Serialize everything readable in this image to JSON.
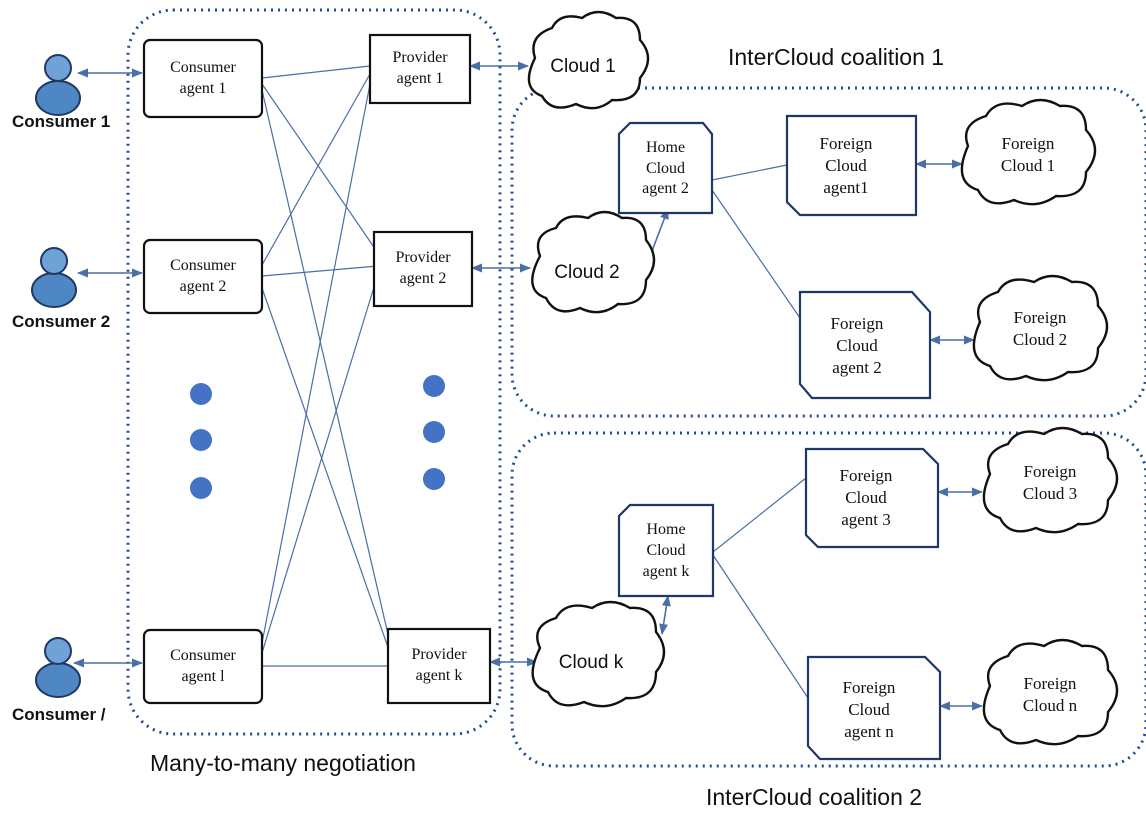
{
  "colors": {
    "box_border": "#1f3864",
    "line": "#4a6fa5",
    "dots": "#4472c4",
    "dotted_border": "#1f4e8c",
    "person_fill": "#4f87c5"
  },
  "consumers": [
    {
      "label": "Consumer 1"
    },
    {
      "label": "Consumer 2"
    },
    {
      "label": "Consumer /"
    }
  ],
  "consumer_agents": [
    {
      "line1": "Consumer",
      "line2": "agent 1"
    },
    {
      "line1": "Consumer",
      "line2": "agent 2"
    },
    {
      "line1": "Consumer",
      "line2": "agent l"
    }
  ],
  "provider_agents": [
    {
      "line1": "Provider",
      "line2": "agent 1"
    },
    {
      "line1": "Provider",
      "line2": "agent 2"
    },
    {
      "line1": "Provider",
      "line2": "agent k"
    }
  ],
  "clouds": {
    "cloud1": "Cloud  1",
    "cloud2": "Cloud  2",
    "cloudk": "Cloud  k"
  },
  "home_agents": [
    {
      "line1": "Home",
      "line2": "Cloud",
      "line3": "agent  2"
    },
    {
      "line1": "Home",
      "line2": "Cloud",
      "line3": "agent  k"
    }
  ],
  "foreign_agents": [
    {
      "line1": "Foreign",
      "line2": "Cloud",
      "line3": "agent1"
    },
    {
      "line1": "Foreign",
      "line2": "Cloud",
      "line3": "agent  2"
    },
    {
      "line1": "Foreign",
      "line2": "Cloud",
      "line3": "agent  3"
    },
    {
      "line1": "Foreign",
      "line2": "Cloud",
      "line3": "agent  n"
    }
  ],
  "foreign_clouds": [
    {
      "line1": "Foreign",
      "line2": "Cloud  1"
    },
    {
      "line1": "Foreign",
      "line2": "Cloud  2"
    },
    {
      "line1": "Foreign",
      "line2": "Cloud  3"
    },
    {
      "line1": "Foreign",
      "line2": "Cloud  n"
    }
  ],
  "titles": {
    "coalition1": "InterCloud coalition  1",
    "coalition2": "InterCloud coalition 2",
    "negotiation": "Many-to-many negotiation"
  }
}
